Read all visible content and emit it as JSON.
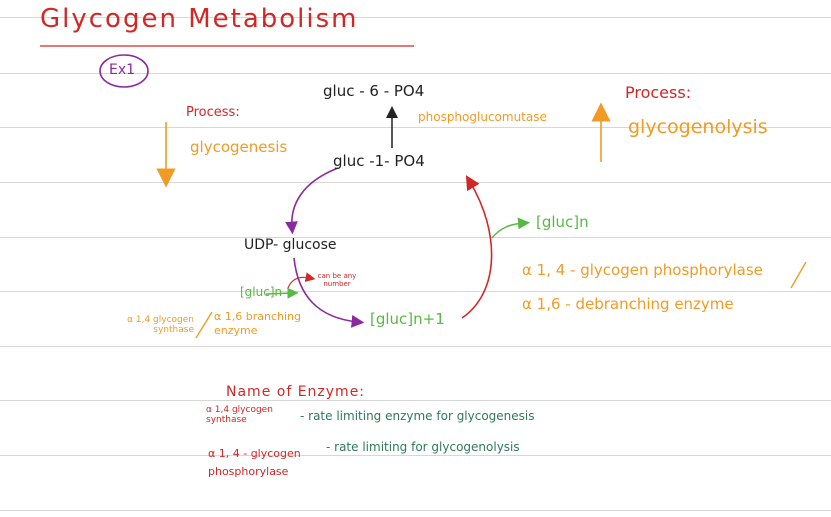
{
  "title": "Glycogen Metabolism",
  "example_label": "Ex1",
  "colors": {
    "red": "#d02727",
    "orange": "#f29b24",
    "purple": "#8b2aa0",
    "green": "#59b945",
    "darkgreen": "#2e7a5a",
    "black": "#222222",
    "rule": "#d7d7d7"
  },
  "diagram": {
    "g6p": "gluc - 6 - PO4",
    "mutase": "phosphoglucomutase",
    "g1p": "gluc -1- PO4",
    "udp": "UDP- glucose",
    "gluc_n_left": "[gluc]n",
    "any_number": "can be any number",
    "gluc_n1": "[gluc]n+1",
    "gluc_n_right": "[gluc]n"
  },
  "left_process": {
    "heading": "Process:",
    "name": "glycogenesis",
    "synthase": "α 1,4 glycogen synthase",
    "branching": "α 1,6 branching enzyme"
  },
  "right_process": {
    "heading": "Process:",
    "name": "glycogenolysis",
    "phosphorylase": "α 1, 4 - glycogen phosphorylase",
    "debranching": "α 1,6 - debranching enzyme"
  },
  "enzyme_section": {
    "heading": "Name of Enzyme:",
    "row1_enzyme": "α 1,4 glycogen synthase",
    "row1_desc": "- rate limiting enzyme for glycogenesis",
    "row2_enzyme": "α 1, 4 - glycogen phosphorylase",
    "row2_desc": "- rate limiting for glycogenolysis"
  }
}
